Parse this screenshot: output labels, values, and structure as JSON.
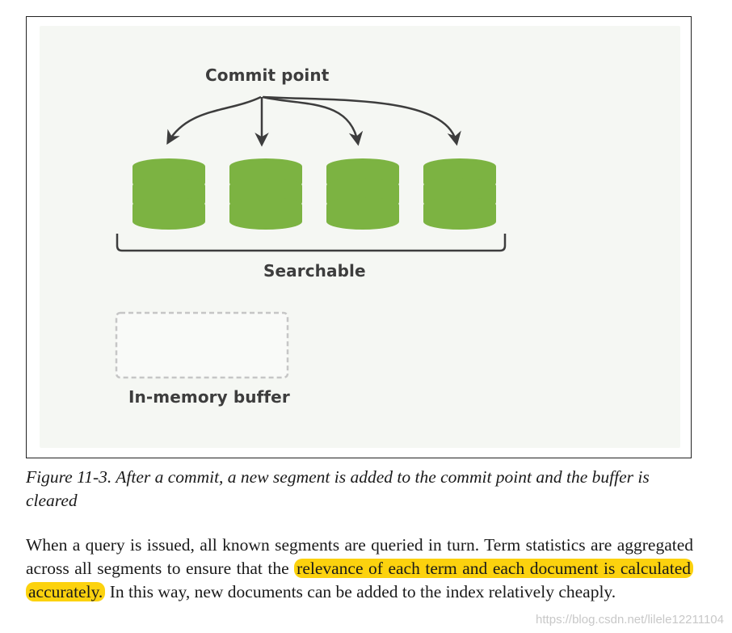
{
  "diagram": {
    "commit_point_label": "Commit point",
    "searchable_label": "Searchable",
    "buffer_label": "In-memory buffer",
    "segment_count": 4,
    "colors": {
      "segment": "#7cb342",
      "arrow": "#3d3d3d",
      "bracket": "#3d3d3d",
      "buffer_outline": "#c6c6c6",
      "panel_background": "#f5f7f3"
    }
  },
  "caption": "Figure 11-3. After a commit, a new segment is added to the commit point and the buffer is cleared",
  "paragraph": {
    "text_before": "When a query is issued, all known segments are queried in turn. Term statistics are aggregated across all segments to ensure that the ",
    "highlight": "relevance of each term and each document is calculated accurately.",
    "text_after": " In this way, new documents can be added to the index relatively cheaply.",
    "highlight_color": "#fcd20e"
  },
  "watermark": "https://blog.csdn.net/lilele12211104"
}
